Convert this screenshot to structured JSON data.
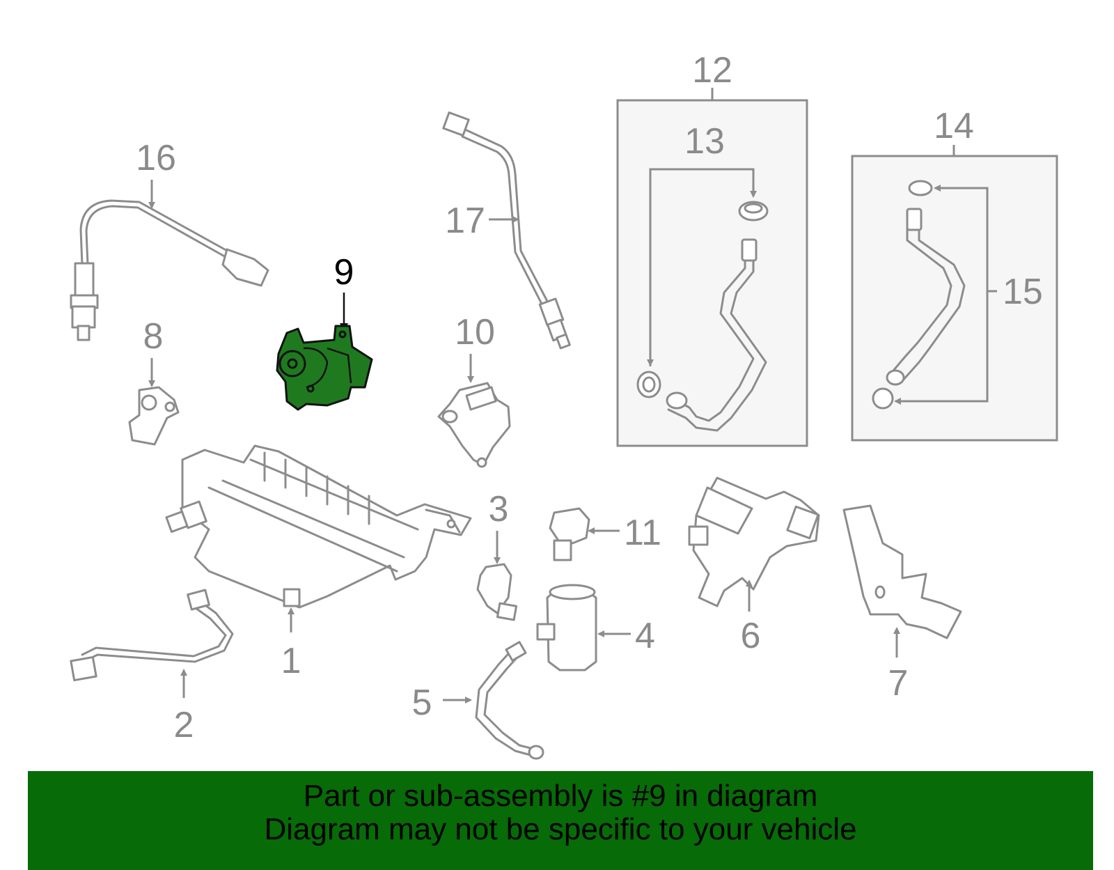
{
  "highlighted_part": "9",
  "callouts": {
    "c1": "1",
    "c2": "2",
    "c3": "3",
    "c4": "4",
    "c5": "5",
    "c6": "6",
    "c7": "7",
    "c8": "8",
    "c9": "9",
    "c10": "10",
    "c11": "11",
    "c12": "12",
    "c13": "13",
    "c14": "14",
    "c15": "15",
    "c16": "16",
    "c17": "17"
  },
  "banner": {
    "line1": "Part or sub-assembly is #9 in diagram",
    "line2": "Diagram may not be specific to your vehicle"
  },
  "colors": {
    "highlight": "#1f7a1f",
    "banner": "#076b07",
    "line_art": "#8c8c8c"
  }
}
